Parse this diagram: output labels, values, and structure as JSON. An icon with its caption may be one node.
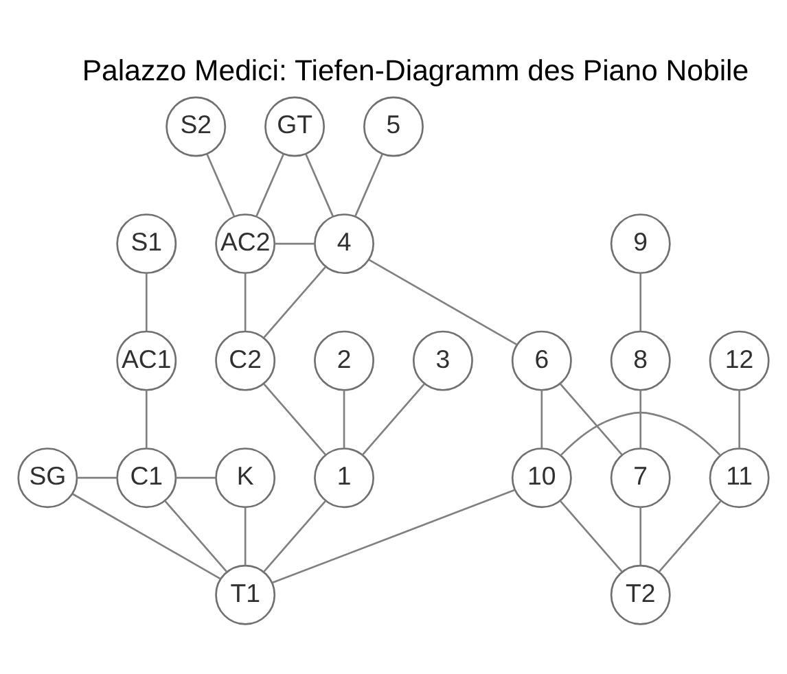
{
  "diagram": {
    "title": "Palazzo Medici: Tiefen-Diagramm des Piano Nobile",
    "nodes": [
      {
        "text": [
          "S2"
        ]
      },
      {
        "text": [
          "GT"
        ]
      },
      {
        "text": [
          "5"
        ]
      },
      {
        "text": [
          "S1"
        ]
      },
      {
        "text": [
          "AC2"
        ]
      },
      {
        "text": [
          "4"
        ]
      },
      {
        "text": [
          "9"
        ]
      },
      {
        "text": [
          "AC1"
        ]
      },
      {
        "text": [
          "C2"
        ]
      },
      {
        "text": [
          "2"
        ]
      },
      {
        "text": [
          "3"
        ]
      },
      {
        "text": [
          "6"
        ]
      },
      {
        "text": [
          "12"
        ]
      },
      {
        "text": [
          "8"
        ]
      },
      {
        "text": [
          "SG"
        ]
      },
      {
        "text": [
          "C1"
        ]
      },
      {
        "text": [
          "K"
        ]
      },
      {
        "text": [
          "1"
        ]
      },
      {
        "text": [
          "10"
        ]
      },
      {
        "text": [
          "11"
        ]
      },
      {
        "text": [
          "7"
        ]
      },
      {
        "text": [
          "T1"
        ]
      },
      {
        "text": [
          "T2"
        ]
      }
    ],
    "edges": [
      {
        "from": 0,
        "to": 4,
        "arrow": "none"
      },
      {
        "from": 1,
        "to": 4,
        "arrow": "none"
      },
      {
        "from": 1,
        "to": 5,
        "arrow": "none"
      },
      {
        "from": 2,
        "to": 5,
        "arrow": "none"
      },
      {
        "from": 4,
        "to": 5,
        "arrow": "none"
      },
      {
        "from": 3,
        "to": 7,
        "arrow": "none"
      },
      {
        "from": 7,
        "to": 15,
        "arrow": "none"
      },
      {
        "from": 4,
        "to": 8,
        "arrow": "none"
      },
      {
        "from": 5,
        "to": 8,
        "arrow": "none"
      },
      {
        "from": 5,
        "to": 11,
        "arrow": "none"
      },
      {
        "from": 8,
        "to": 17,
        "arrow": "none"
      },
      {
        "from": 9,
        "to": 17,
        "arrow": "none"
      },
      {
        "from": 10,
        "to": 17,
        "arrow": "none"
      },
      {
        "from": 11,
        "to": 18,
        "arrow": "none"
      },
      {
        "from": 11,
        "to": 20,
        "arrow": "none"
      },
      {
        "from": 12,
        "to": 19,
        "arrow": "none"
      },
      {
        "from": 6,
        "to": 13,
        "arrow": "none"
      },
      {
        "from": 13,
        "to": 20,
        "arrow": "none"
      },
      {
        "from": 14,
        "to": 15,
        "arrow": "none"
      },
      {
        "from": 15,
        "to": 16,
        "arrow": "none"
      },
      {
        "from": 14,
        "to": 21,
        "arrow": "none"
      },
      {
        "from": 15,
        "to": 21,
        "arrow": "none"
      },
      {
        "from": 16,
        "to": 21,
        "arrow": "none"
      },
      {
        "from": 17,
        "to": 21,
        "arrow": "none"
      },
      {
        "from": 18,
        "to": 21,
        "arrow": "none"
      },
      {
        "from": 18,
        "to": 19,
        "arrow": "none"
      },
      {
        "from": 19,
        "to": 22,
        "arrow": "none"
      },
      {
        "from": 18,
        "to": 22,
        "arrow": "none"
      },
      {
        "from": 20,
        "to": 22,
        "arrow": "none"
      }
    ]
  }
}
